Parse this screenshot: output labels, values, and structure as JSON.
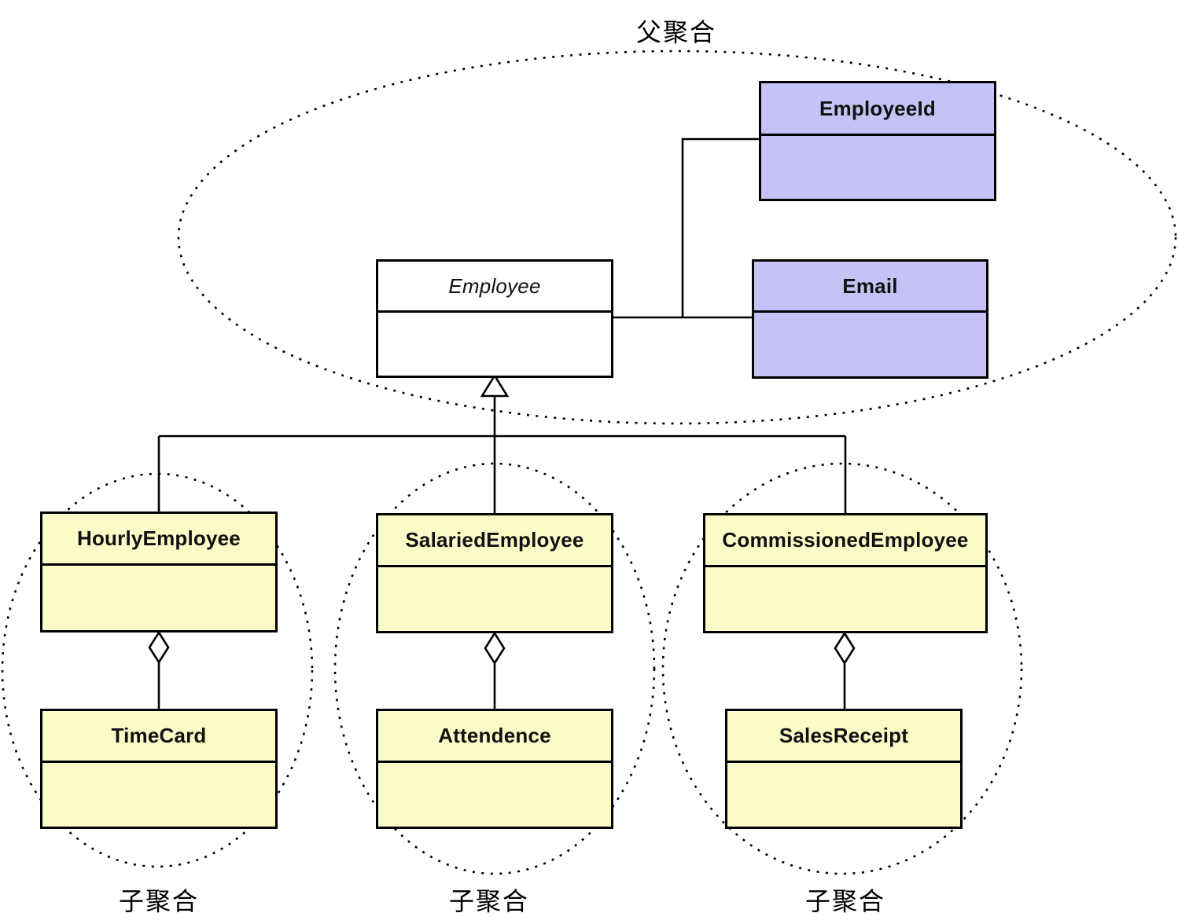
{
  "diagram": {
    "parent_group_label": "父聚合",
    "child_group_labels": [
      "子聚合",
      "子聚合",
      "子聚合"
    ],
    "classes": {
      "employee": {
        "name": "Employee",
        "abstract": true
      },
      "employee_id": {
        "name": "EmployeeId"
      },
      "email": {
        "name": "Email"
      },
      "hourly_employee": {
        "name": "HourlyEmployee"
      },
      "salaried_employee": {
        "name": "SalariedEmployee"
      },
      "commissioned_employee": {
        "name": "CommissionedEmployee"
      },
      "time_card": {
        "name": "TimeCard"
      },
      "attendence": {
        "name": "Attendence"
      },
      "sales_receipt": {
        "name": "SalesReceipt"
      }
    },
    "relationships": [
      {
        "type": "association",
        "from": "Employee",
        "to": "EmployeeId"
      },
      {
        "type": "association",
        "from": "Employee",
        "to": "Email"
      },
      {
        "type": "generalization",
        "parent": "Employee",
        "children": [
          "HourlyEmployee",
          "SalariedEmployee",
          "CommissionedEmployee"
        ]
      },
      {
        "type": "aggregation",
        "whole": "HourlyEmployee",
        "part": "TimeCard"
      },
      {
        "type": "aggregation",
        "whole": "SalariedEmployee",
        "part": "Attendence"
      },
      {
        "type": "aggregation",
        "whole": "CommissionedEmployee",
        "part": "SalesReceipt"
      }
    ]
  },
  "colors": {
    "value-fill": "#c5c3f6",
    "entity-fill": "#fbfbc8",
    "line": "#000000",
    "bg": "#ffffff"
  }
}
